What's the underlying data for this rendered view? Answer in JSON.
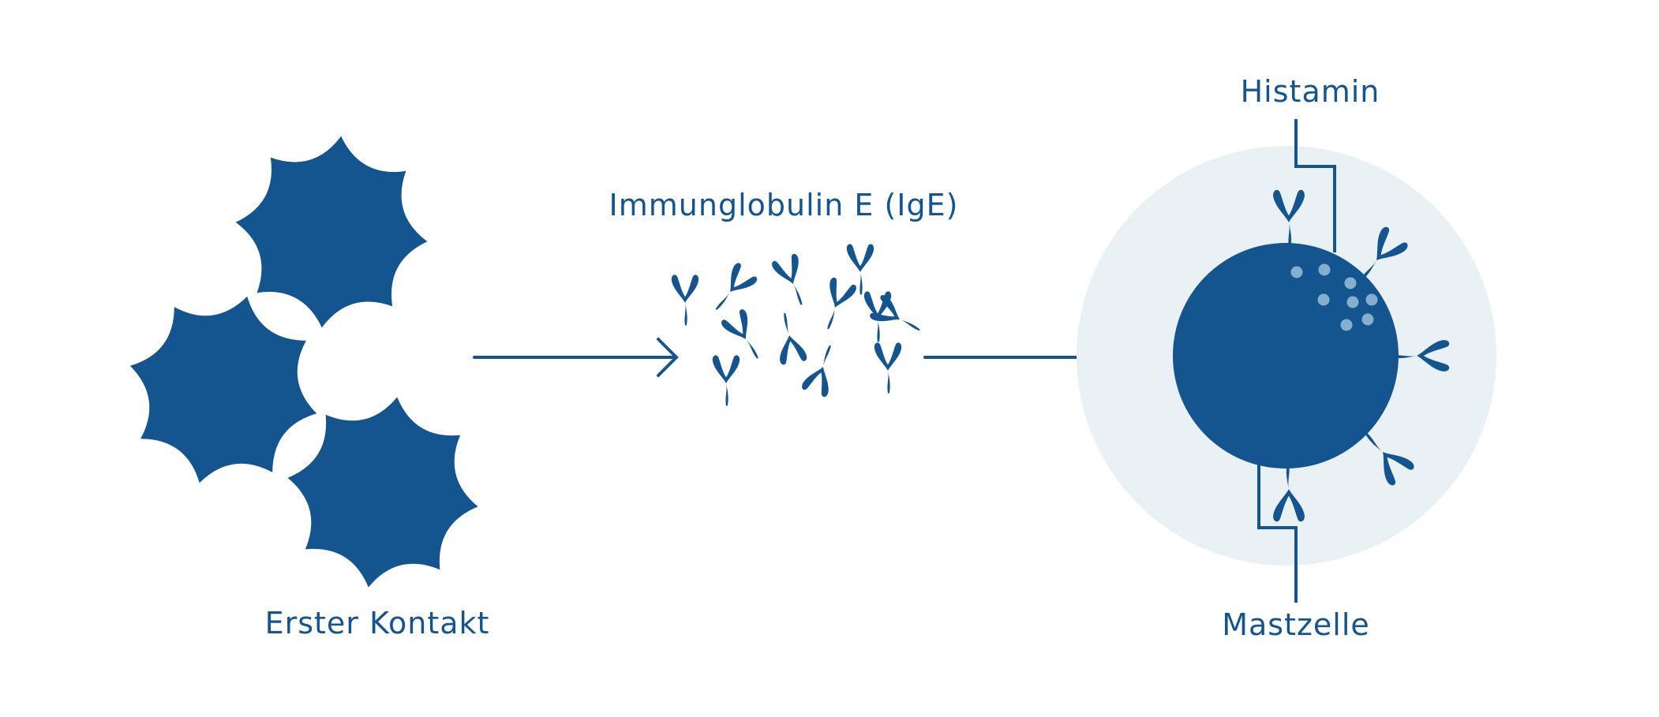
{
  "labels": {
    "histamine": "Histamin",
    "ige": "Immunglobulin E (IgE)",
    "first_contact": "Erster Kontakt",
    "mast_cell": "Mastzelle"
  },
  "colors": {
    "primary": "#14558f",
    "halo": "#e9f1f5",
    "granule": "#84b0cd"
  }
}
